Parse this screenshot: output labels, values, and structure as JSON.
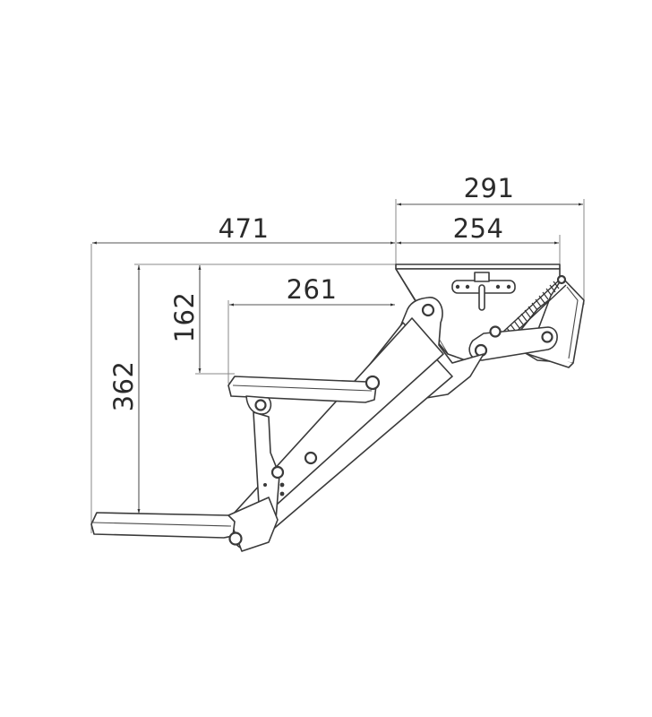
{
  "drawing": {
    "subject": "folding step mechanism, side elevation",
    "line_color": "#3a3a3a",
    "dimension_color": "#555555",
    "background": "#ffffff"
  },
  "dimensions": {
    "overall_width": {
      "value": "291",
      "orientation": "horizontal"
    },
    "base_plate_width": {
      "value": "254",
      "orientation": "horizontal"
    },
    "total_reach": {
      "value": "471",
      "orientation": "horizontal"
    },
    "upper_step_reach": {
      "value": "261",
      "orientation": "horizontal"
    },
    "upper_step_drop": {
      "value": "162",
      "orientation": "vertical"
    },
    "lower_step_drop": {
      "value": "362",
      "orientation": "vertical"
    }
  }
}
